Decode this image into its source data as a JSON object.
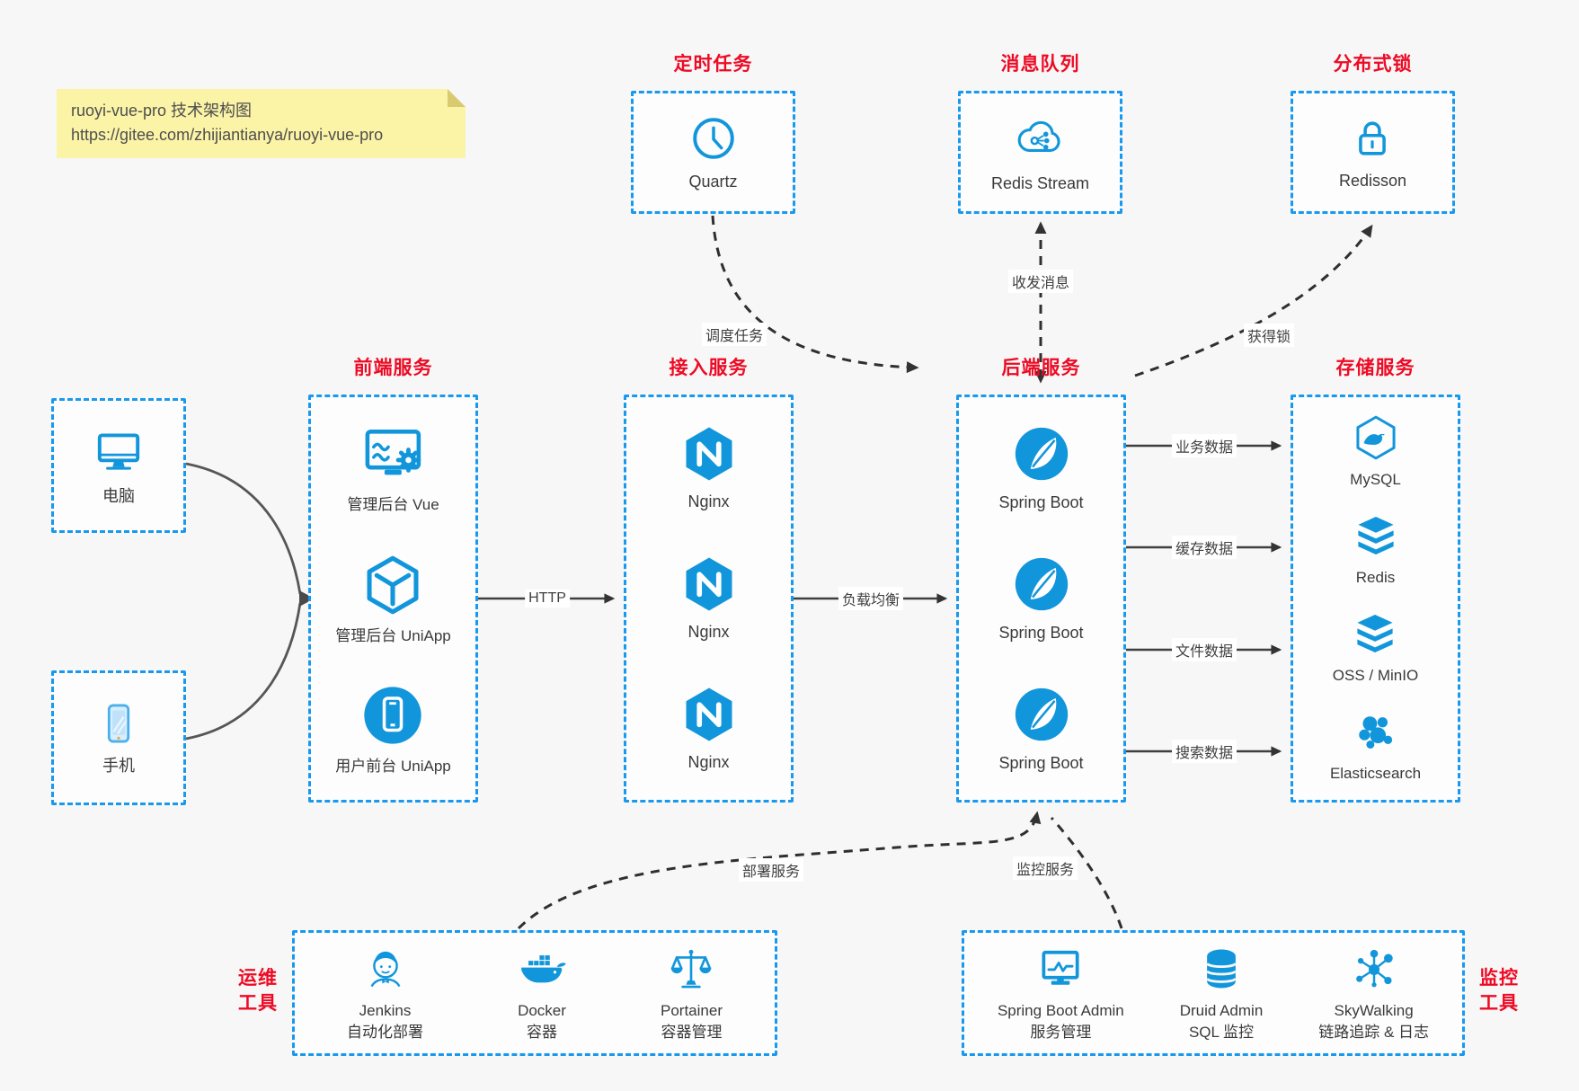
{
  "note": {
    "line1": "ruoyi-vue-pro 技术架构图",
    "line2": "https://gitee.com/zhijiantianya/ruoyi-vue-pro"
  },
  "colors": {
    "icon_blue": "#1296db",
    "border_blue": "#1899ee",
    "title_red": "#ee0a24",
    "note_yellow": "#fbf3a6",
    "arrow_dark": "#333333"
  },
  "groups": [
    {
      "id": "quartz",
      "title": "定时任务",
      "items": [
        {
          "icon": "clock-icon",
          "label": "Quartz"
        }
      ]
    },
    {
      "id": "mq",
      "title": "消息队列",
      "items": [
        {
          "icon": "cloud-stream-icon",
          "label": "Redis Stream"
        }
      ]
    },
    {
      "id": "lock",
      "title": "分布式锁",
      "items": [
        {
          "icon": "lock-icon",
          "label": "Redisson"
        }
      ]
    },
    {
      "id": "pc",
      "title": "",
      "items": [
        {
          "icon": "desktop-icon",
          "label": "电脑"
        }
      ]
    },
    {
      "id": "mobile",
      "title": "",
      "items": [
        {
          "icon": "phone-icon",
          "label": "手机"
        }
      ]
    },
    {
      "id": "frontend",
      "title": "前端服务",
      "items": [
        {
          "icon": "admin-vue-icon",
          "label": "管理后台 Vue"
        },
        {
          "icon": "uniapp-cube-icon",
          "label": "管理后台 UniApp"
        },
        {
          "icon": "app-circle-icon",
          "label": "用户前台 UniApp"
        }
      ]
    },
    {
      "id": "gateway",
      "title": "接入服务",
      "items": [
        {
          "icon": "nginx-icon",
          "label": "Nginx"
        },
        {
          "icon": "nginx-icon",
          "label": "Nginx"
        },
        {
          "icon": "nginx-icon",
          "label": "Nginx"
        }
      ]
    },
    {
      "id": "backend",
      "title": "后端服务",
      "items": [
        {
          "icon": "springboot-icon",
          "label": "Spring Boot"
        },
        {
          "icon": "springboot-icon",
          "label": "Spring Boot"
        },
        {
          "icon": "springboot-icon",
          "label": "Spring Boot"
        }
      ]
    },
    {
      "id": "storage",
      "title": "存储服务",
      "items": [
        {
          "icon": "mysql-icon",
          "label": "MySQL"
        },
        {
          "icon": "layers-icon",
          "label": "Redis"
        },
        {
          "icon": "layers-icon",
          "label": "OSS / MinIO"
        },
        {
          "icon": "elasticsearch-icon",
          "label": "Elasticsearch"
        }
      ]
    },
    {
      "id": "ops",
      "title": "运维工具",
      "title_lines": [
        "运维",
        "工具"
      ],
      "items": [
        {
          "icon": "jenkins-icon",
          "label": "Jenkins",
          "sublabel": "自动化部署"
        },
        {
          "icon": "docker-icon",
          "label": "Docker",
          "sublabel": "容器"
        },
        {
          "icon": "portainer-icon",
          "label": "Portainer",
          "sublabel": "容器管理"
        }
      ]
    },
    {
      "id": "monitor",
      "title": "监控工具",
      "title_lines": [
        "监控",
        "工具"
      ],
      "items": [
        {
          "icon": "springboot-admin-icon",
          "label": "Spring Boot Admin",
          "sublabel": "服务管理"
        },
        {
          "icon": "druid-icon",
          "label": "Druid Admin",
          "sublabel": "SQL 监控"
        },
        {
          "icon": "skywalking-icon",
          "label": "SkyWalking",
          "sublabel": "链路追踪 & 日志"
        }
      ]
    }
  ],
  "edges": [
    {
      "id": "schedule",
      "label": "调度任务"
    },
    {
      "id": "message",
      "label": "收发消息"
    },
    {
      "id": "acquire-lock",
      "label": "获得锁"
    },
    {
      "id": "http",
      "label": "HTTP"
    },
    {
      "id": "load-balance",
      "label": "负载均衡"
    },
    {
      "id": "business-data",
      "label": "业务数据"
    },
    {
      "id": "cache-data",
      "label": "缓存数据"
    },
    {
      "id": "file-data",
      "label": "文件数据"
    },
    {
      "id": "search-data",
      "label": "搜索数据"
    },
    {
      "id": "deploy",
      "label": "部署服务"
    },
    {
      "id": "monitoring",
      "label": "监控服务"
    }
  ]
}
